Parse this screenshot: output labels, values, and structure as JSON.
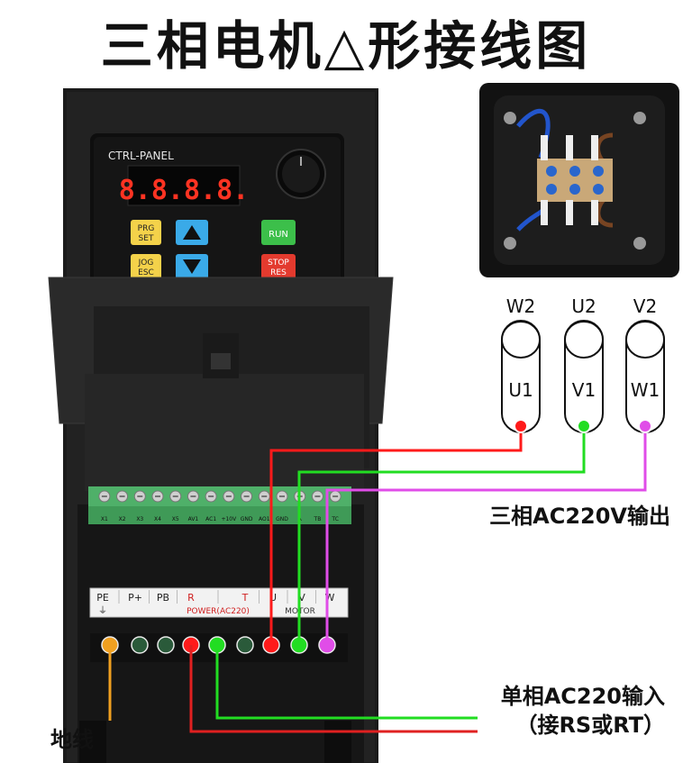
{
  "title": "三相电机△形接线图",
  "panel": {
    "brand": "CTRL-PANEL",
    "display": "8.8.8.8.",
    "buttons": {
      "prg_set": [
        "PRG",
        "SET"
      ],
      "jog_esc": [
        "JOG",
        "ESC"
      ],
      "run": "RUN",
      "stop_res": [
        "STOP",
        "RES"
      ]
    }
  },
  "control_terminals": [
    "X1",
    "X2",
    "X3",
    "X4",
    "X5",
    "AV1",
    "AC1",
    "+10V",
    "GND",
    "AO1",
    "GND",
    "A",
    "TB",
    "TC"
  ],
  "power_terminals": {
    "labels": [
      "PE",
      "P+",
      "PB",
      "R",
      "T",
      "U",
      "V",
      "W"
    ],
    "pe_symbol": "⏚",
    "power_caption": "POWER(AC220)",
    "motor_caption": "MOTOR"
  },
  "motor_terminals": [
    {
      "top": "W2",
      "bottom": "U1"
    },
    {
      "top": "U2",
      "bottom": "V1"
    },
    {
      "top": "V2",
      "bottom": "W1"
    }
  ],
  "labels": {
    "output": "三相AC220V输出",
    "input_line1": "单相AC220输入",
    "input_line2": "（接RS或RT）",
    "ground": "地线"
  },
  "colors": {
    "red": "#ff1a1a",
    "green": "#22dd22",
    "magenta": "#e04de8",
    "orange": "#f0a020"
  }
}
